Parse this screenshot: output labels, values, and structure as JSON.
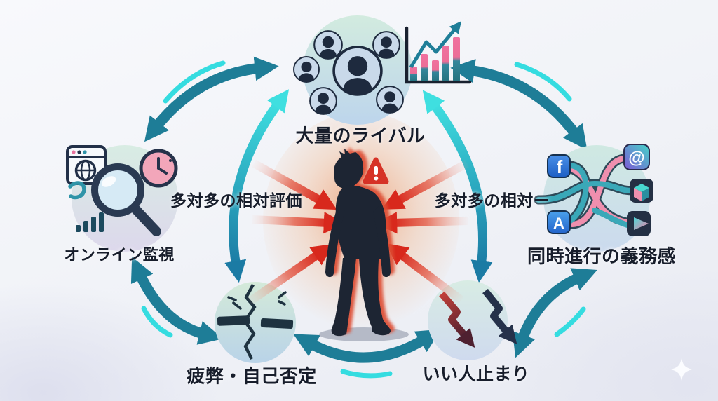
{
  "diagram": {
    "background_color": "#eef0f6",
    "palette": {
      "outer_arrow_teal": "#1e7d97",
      "accent_cyan": "#35dce0",
      "inner_arrow_gradient": [
        "#3fdfe0",
        "#1b7ba4"
      ],
      "pressure_red": "#d8281c",
      "silhouette_navy": "#1d2533",
      "glow_orange": "#f29a5c",
      "rope_pink": "#ef8fae",
      "rope_teal": "#3aa8b8",
      "label_color": "#171d2b"
    },
    "nodes": [
      {
        "id": "rivals",
        "position": "top",
        "label": "大量のライバル",
        "icons": [
          "crowd-avatars-icon",
          "rising-bar-chart-icon"
        ]
      },
      {
        "id": "online-monitoring",
        "position": "left",
        "label": "オンライン監視",
        "icons": [
          "browser-globe-icon",
          "magnifier-icon",
          "clock-icon",
          "mini-bar-chart-icon"
        ]
      },
      {
        "id": "simultaneous-obligation",
        "position": "right",
        "label": "同時進行の義務感",
        "icons": [
          "tangled-threads-icon",
          "facebook-icon",
          "at-sign-icon",
          "app-store-icon",
          "package-cube-icon",
          "google-play-icon"
        ]
      },
      {
        "id": "exhaustion-self-denial",
        "position": "bottom-left",
        "label": "疲弊・自己否定",
        "icons": [
          "crack-icon"
        ]
      },
      {
        "id": "nice-person-limit",
        "position": "bottom-right",
        "label": "いい人止まり",
        "icons": [
          "declining-arrows-icon"
        ]
      }
    ],
    "center": {
      "figure": "dejected-person-silhouette",
      "alert_icon": "warning-triangle-icon",
      "left_label": "多対多の相対評価",
      "right_label": "多対多の相対ー"
    },
    "icon_glyphs": {
      "facebook": "f",
      "at_sign": "@",
      "app_store": "A"
    },
    "connections": {
      "outer_bidirectional": [
        [
          "online-monitoring",
          "rivals"
        ],
        [
          "rivals",
          "simultaneous-obligation"
        ],
        [
          "online-monitoring",
          "exhaustion-self-denial"
        ],
        [
          "exhaustion-self-denial",
          "nice-person-limit"
        ],
        [
          "nice-person-limit",
          "simultaneous-obligation"
        ]
      ],
      "inner_bidirectional": [
        [
          "rivals",
          "exhaustion-self-denial"
        ],
        [
          "rivals",
          "nice-person-limit"
        ]
      ],
      "pressure_arrows_to_center": 6
    },
    "decorations": [
      "sparkle-icon"
    ]
  }
}
